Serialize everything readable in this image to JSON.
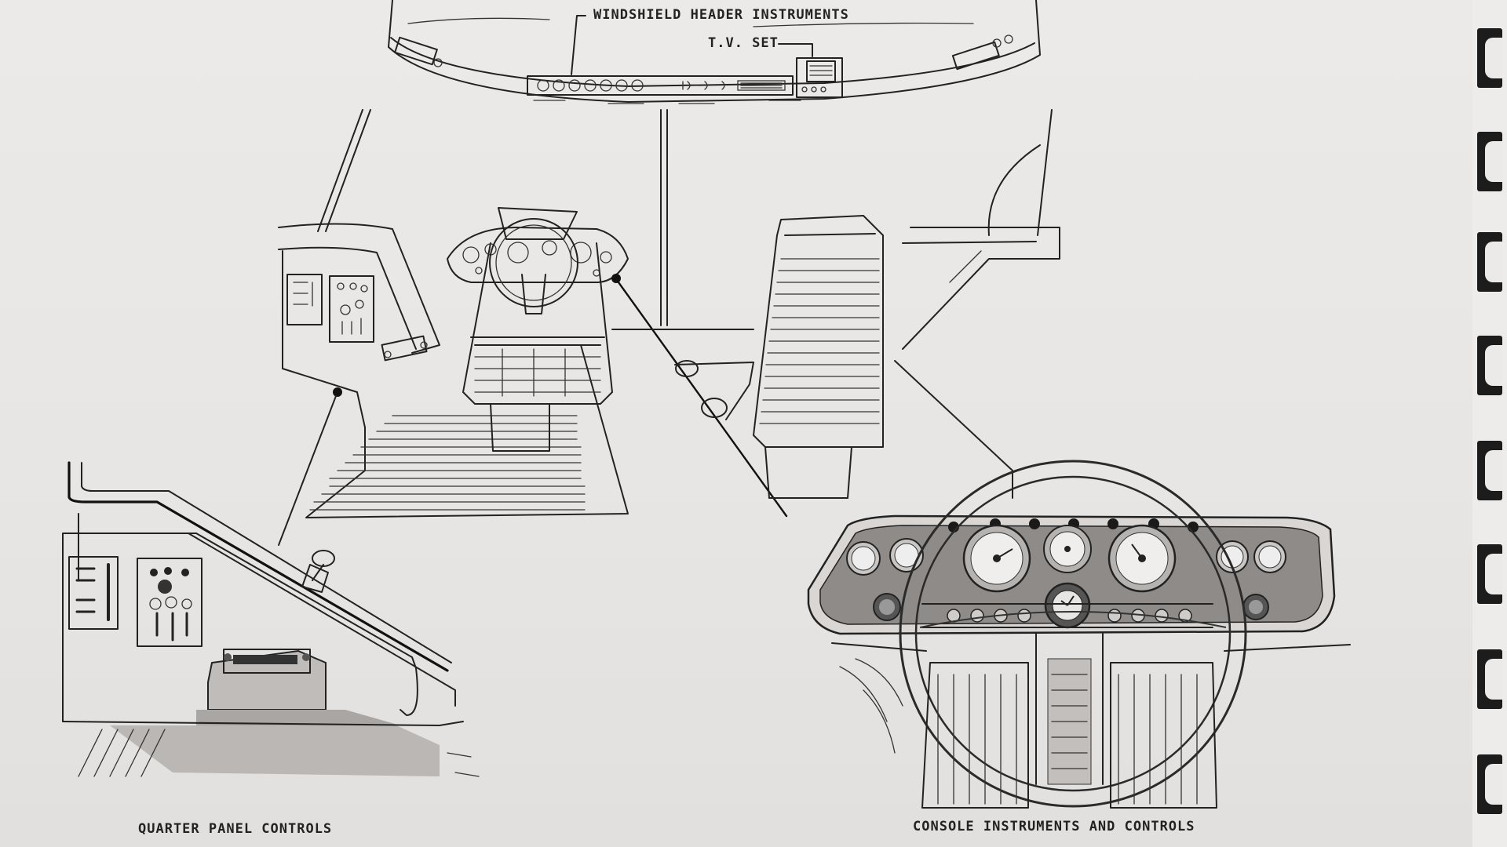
{
  "labels": {
    "windshield_header": "WINDSHIELD HEADER INSTRUMENTS",
    "tv_set": "T.V. SET",
    "quarter_panel": "QUARTER PANEL CONTROLS",
    "console": "CONSOLE INSTRUMENTS AND CONTROLS"
  },
  "colors": {
    "ink": "#222222",
    "paper": "#e8e6e4",
    "shade": "#b9b6b3"
  }
}
